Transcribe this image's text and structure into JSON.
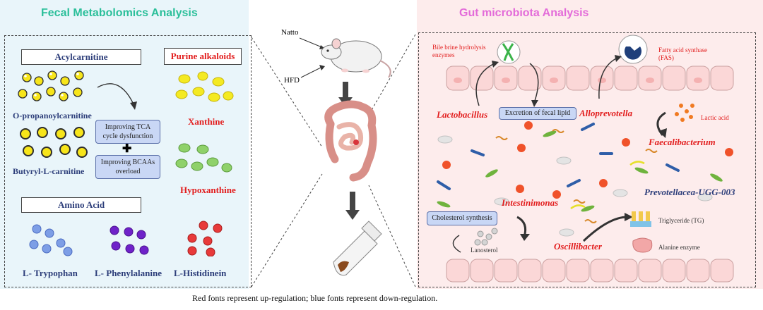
{
  "left": {
    "title": "Fecal Metabolomics Analysis",
    "acylcarnitine_label": "Acylcarnitine",
    "purine_label": "Purine alkaloids",
    "amino_label": "Amino Acid",
    "o_propanoyl": "O-propanoylcarnitine",
    "butyryl": "Butyryl-L-carnitine",
    "tca_box": [
      "Improving TCA",
      "cycle dysfunction"
    ],
    "bcaa_box": [
      "Improving BCAAs",
      "overload"
    ],
    "xanthine": "Xanthine",
    "hypoxanthine": "Hypoxanthine",
    "trypophan": "L- Trypophan",
    "phenylalanine": "L- Phenylalanine",
    "histidinein": "L-Histidinein"
  },
  "center": {
    "natto": "Natto",
    "hfd": "HFD"
  },
  "right": {
    "title": "Gut microbiota Analysis",
    "bile": [
      "Bile brine hydrolysis",
      "enzymes"
    ],
    "fas": [
      "Fatty acid synthase",
      "(FAS)"
    ],
    "lactobacillus": "Lactobacillus",
    "excretion": "Excretion of fecal lipid",
    "alloprevotella": "Alloprevotella",
    "lactic_acid": "Lactic acid",
    "faecalibacterium": "Faecalibacterium",
    "prevotellacea": "Prevotellacea-UGG-003",
    "intestinimonas": "Intestinimonas",
    "cholesterol": "Cholesterol synthesis",
    "triglyceride": "Triglyceride (TG)",
    "lanosterol": "Lanosterol",
    "oscillibacter": "Oscillibacter",
    "alanine": "Alanine enzyme"
  },
  "caption": "Red fonts represent up-regulation; blue fonts represent down-regulation.",
  "colors": {
    "left_bg": "#e9f5fa",
    "right_bg": "#fdecec",
    "up_regulation": "#e21d1d",
    "down_regulation": "#2d3e7a",
    "left_title": "#2bbf9a",
    "right_title": "#e36bd9"
  }
}
